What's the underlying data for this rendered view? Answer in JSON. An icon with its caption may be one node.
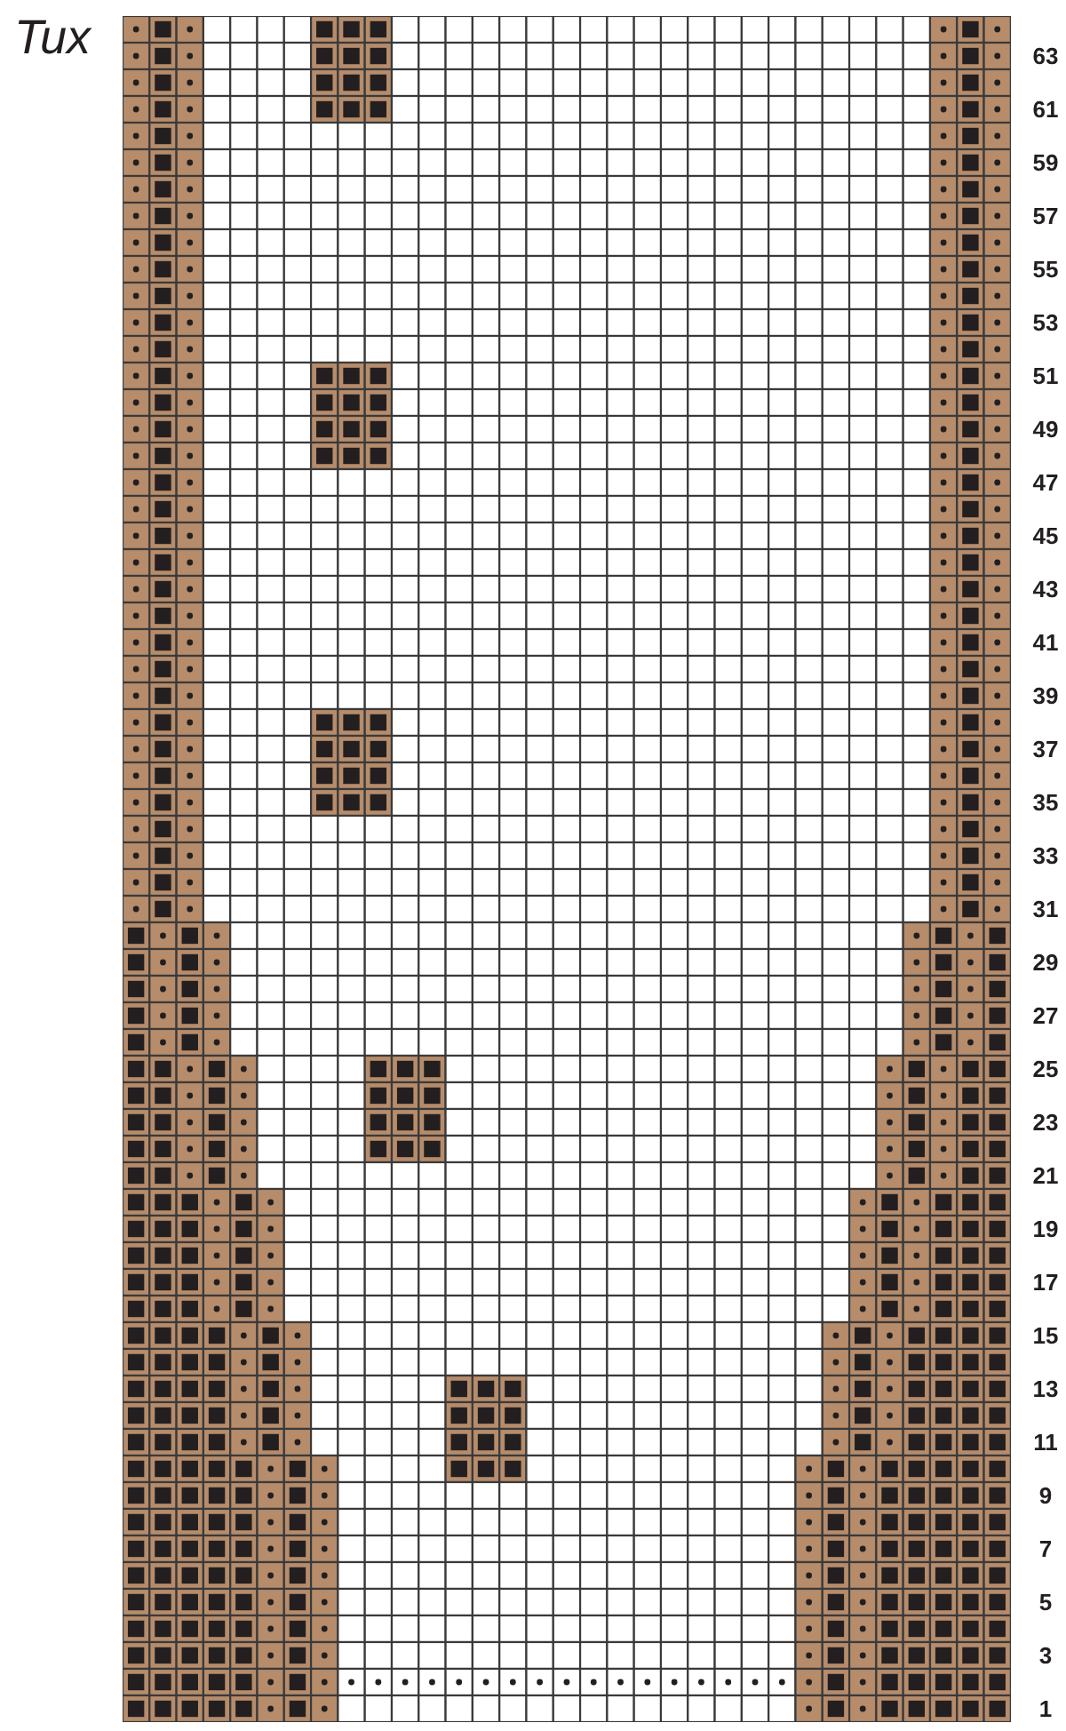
{
  "diagram": {
    "title": "Tux",
    "labels": [
      "63",
      "61",
      "59",
      "57",
      "55",
      "53",
      "51",
      "49",
      "47",
      "45",
      "43",
      "41",
      "39",
      "37",
      "35",
      "33",
      "31",
      "29",
      "27",
      "25",
      "23",
      "21",
      "19",
      "17",
      "15",
      "13",
      "11",
      "9",
      "7",
      "5",
      "3",
      "1"
    ]
  }
}
